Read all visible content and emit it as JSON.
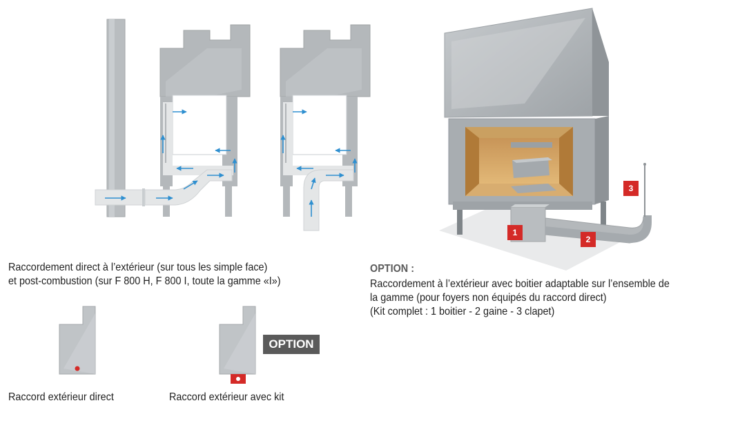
{
  "captions": {
    "left_line1": "Raccordement direct à l’extérieur (sur tous les simple face)",
    "left_line2": "et post-combustion (sur F 800 H, F 800 I, toute la gamme «I»)",
    "option_title": "OPTION :",
    "option_line1": "Raccordement à l’extérieur avec boitier adaptable sur l’ensemble de",
    "option_line2": "la gamme (pour foyers non équipés du raccord direct)",
    "option_line3": "(Kit complet : 1 boitier - 2 gaine - 3 clapet)"
  },
  "legend": {
    "direct_label": "Raccord extérieur direct",
    "kit_label": "Raccord extérieur avec kit",
    "option_badge": "OPTION"
  },
  "callouts": [
    "1",
    "2",
    "3"
  ],
  "colors": {
    "arrow": "#2e8fd0",
    "accent_red": "#d42a27",
    "panel_grey": "#b4b8bb",
    "duct_light": "#e4e6e7",
    "firebox_wood": "#d4a86a"
  }
}
